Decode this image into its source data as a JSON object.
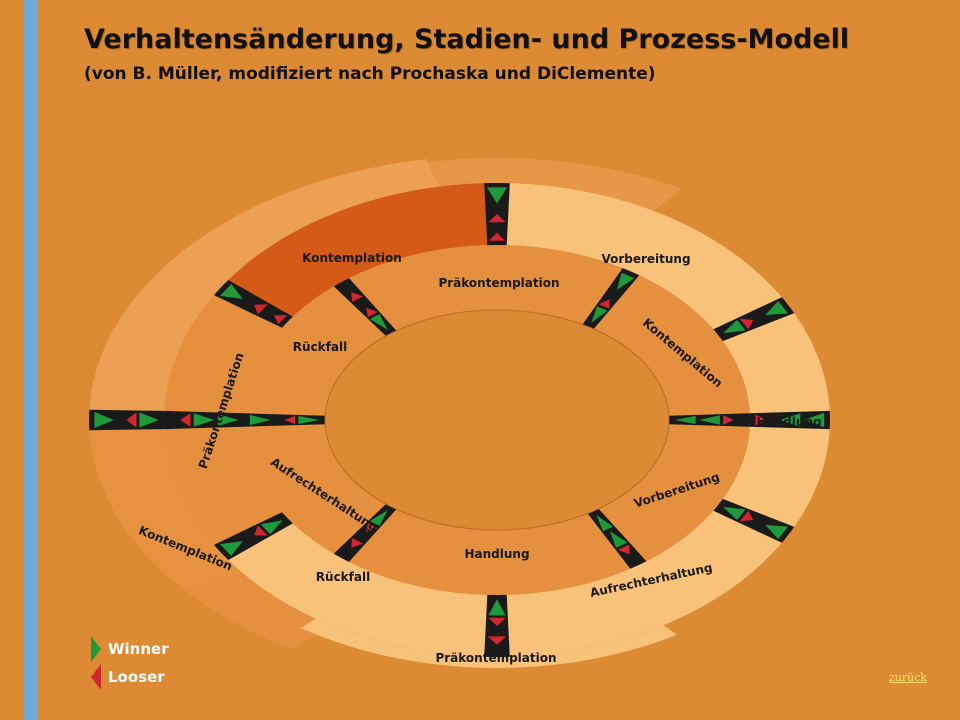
{
  "title": "Verhaltensänderung, Stadien- und Prozess-Modell",
  "subtitle": "(von B. Müller, modifiziert nach Prochaska und DiClemente)",
  "colors": {
    "background": "#dc8a33",
    "left_bar": "#74a8d8",
    "ring_light": "#f8c27a",
    "ring_mid": "#e5903f",
    "ring_dark": "#d45a18",
    "ring_faded": "#eea35a",
    "winner": "#1e9a3a",
    "looser": "#d3272f",
    "separator": "#1a1a1a"
  },
  "inner_ring": {
    "labels": [
      "Präkontemplation",
      "Kontemplation",
      "Vorbereitung",
      "Handlung",
      "Aufrechterhaltung",
      "Rückfall"
    ]
  },
  "outer_ring": {
    "labels": [
      "Kontemplation",
      "Vorbereitung",
      "Handlung",
      "Aufrechterhaltung",
      "Präkontemplation",
      "Rückfall",
      "Kontemplation",
      "Präkontemplation"
    ]
  },
  "legend": {
    "winner": "Winner",
    "looser": "Looser"
  },
  "back_link": "zurück"
}
